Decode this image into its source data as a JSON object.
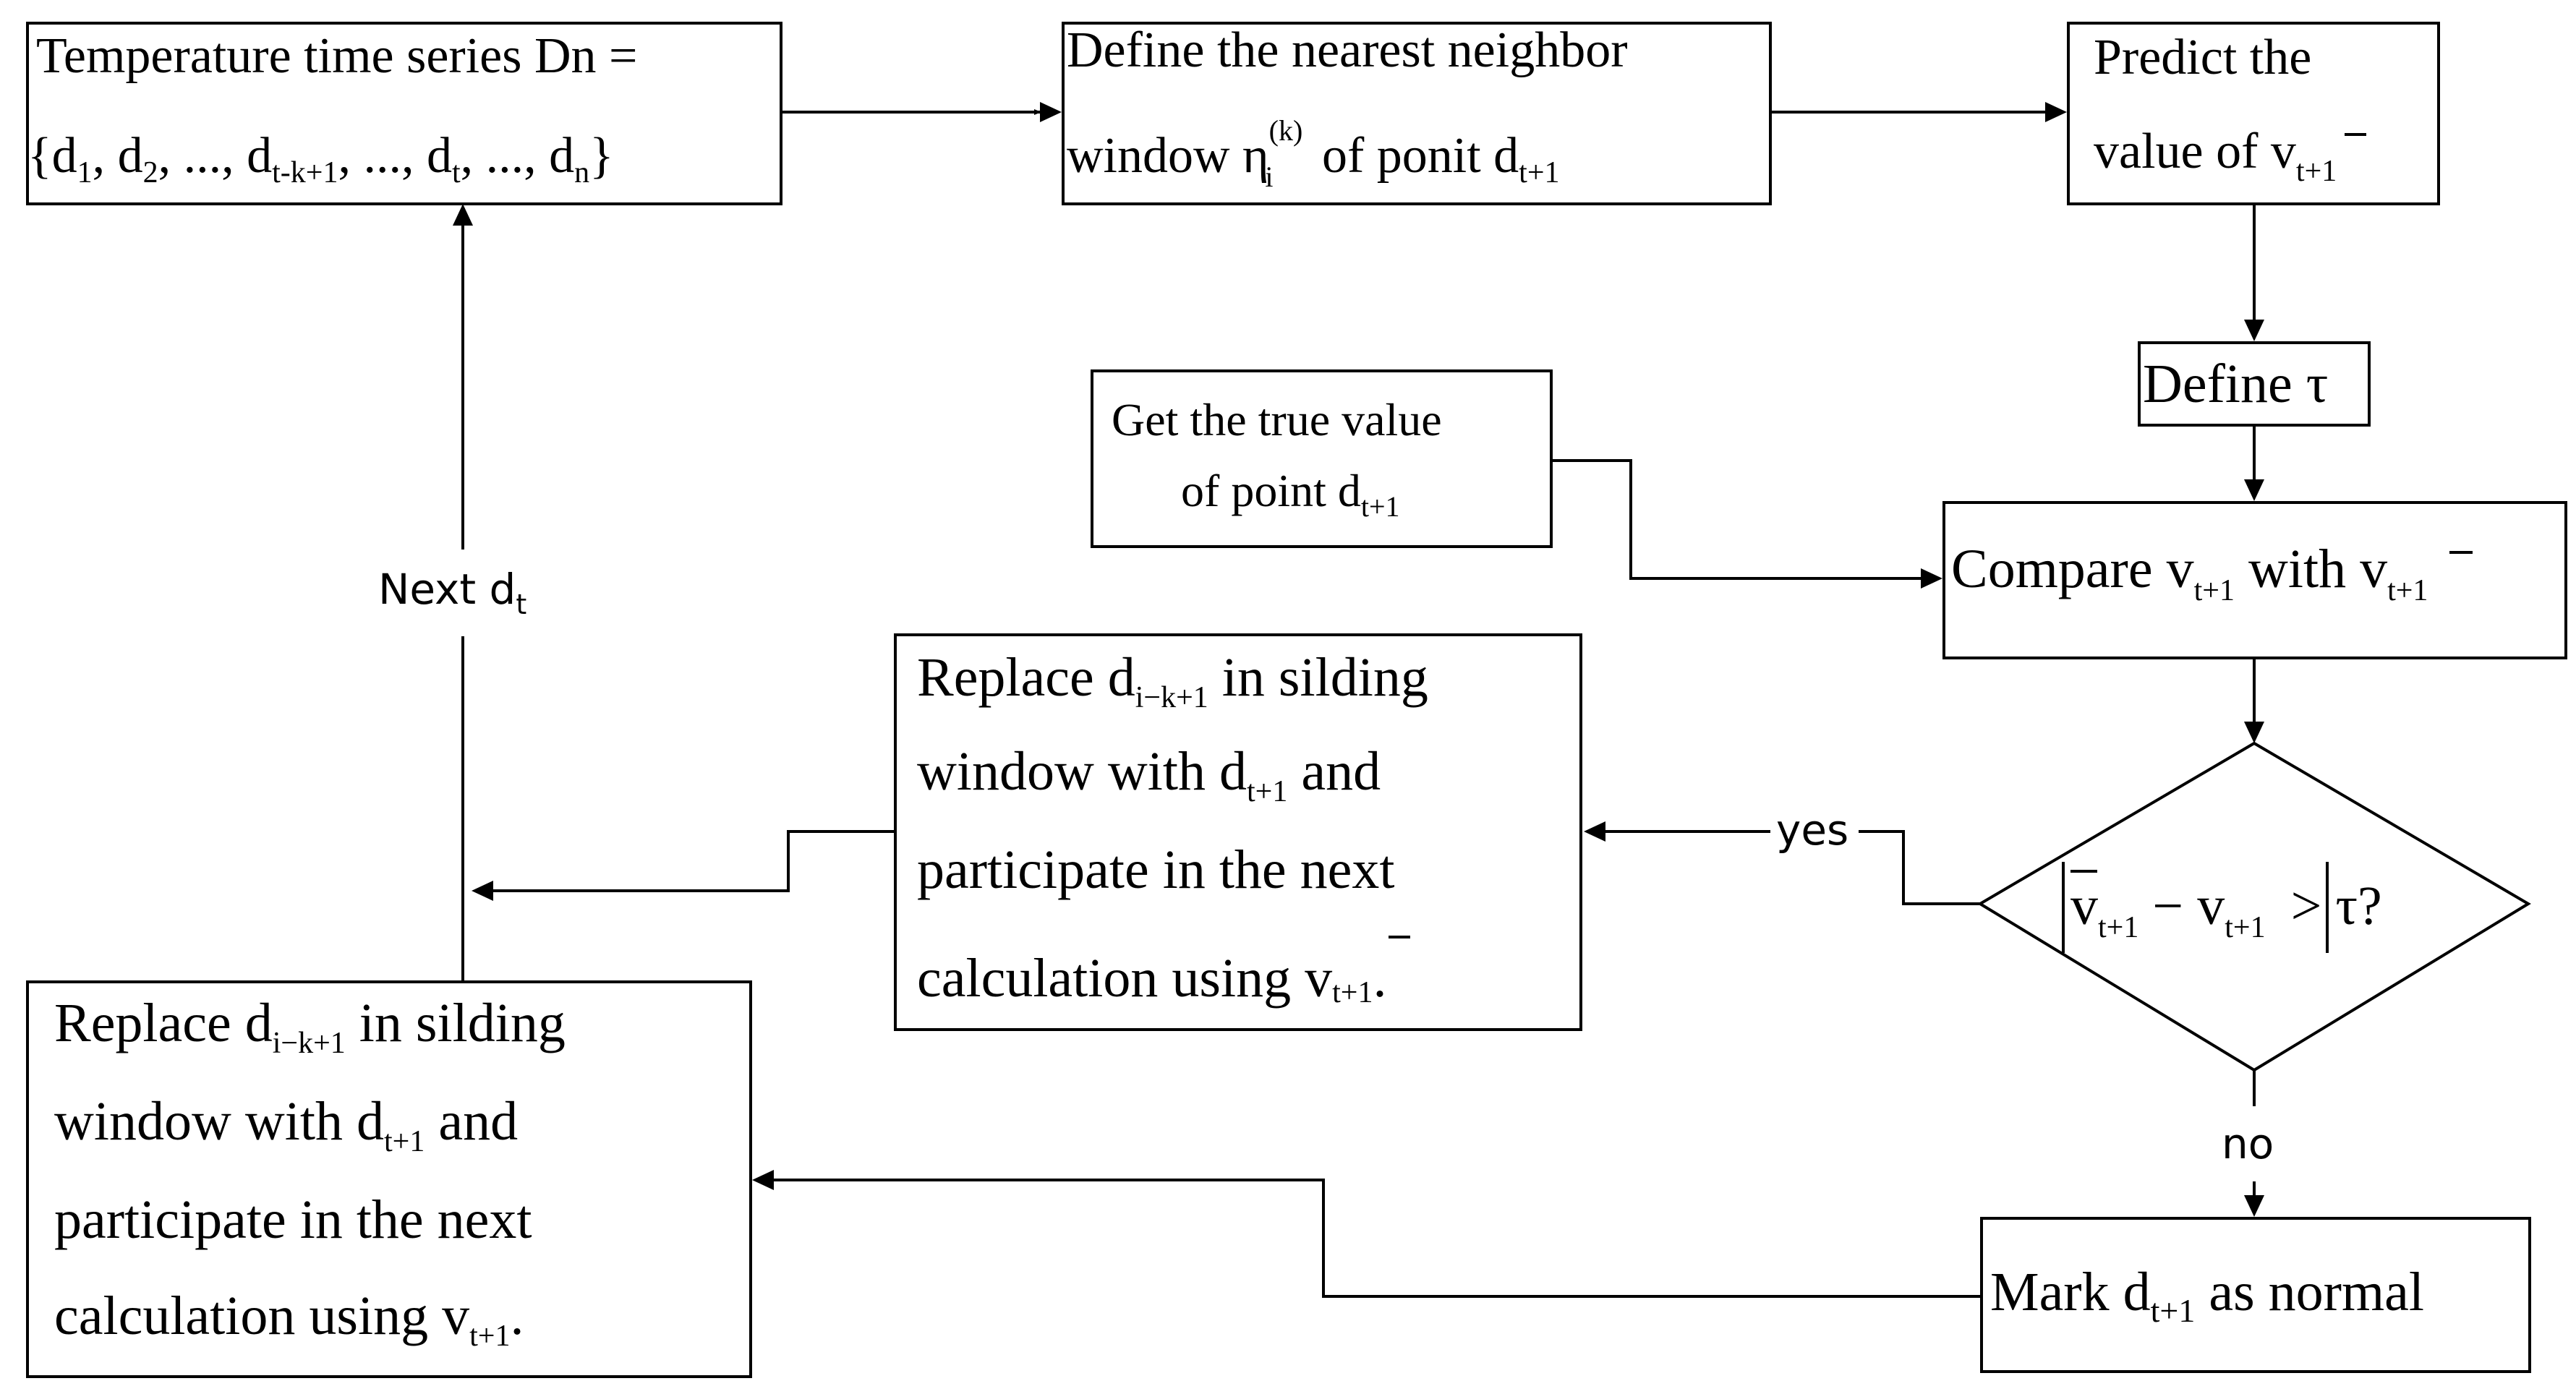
{
  "nodes": {
    "series": {
      "line1": "Temperature time series Dn =",
      "line2_open": "{d",
      "sub_1": "1",
      "sep_a": ", d",
      "sub_2": "2",
      "sep_b": ", ..., d",
      "sub_tk1": "t-k+1",
      "sep_c": ", ..., d",
      "sub_t": "t",
      "sep_d": ", ..., d",
      "sub_n": "n",
      "line2_close": "}"
    },
    "neighbor": {
      "line1": "Define the nearest neighbor",
      "line2_a": "window η",
      "sup_k": "(k)",
      "sub_i": "i",
      "line2_b": " of  ponit d",
      "sub_t1": "t+1"
    },
    "predict": {
      "line1": "Predict the",
      "line2_a": "value of  ",
      "vbar": "v",
      "sub_t1": "t+1"
    },
    "define_tau": {
      "label": "Define τ"
    },
    "true_value": {
      "line1": "Get the true value",
      "line2_a": "of point d",
      "sub_t1": "t+1"
    },
    "compare": {
      "a": "Compare v",
      "sub1": "t+1",
      "b": " with ",
      "vbar": "v",
      "sub2": "t+1"
    },
    "decision": {
      "vbar": "v",
      "sub1": "t+1",
      "minus": " − v",
      "sub2": "t+1",
      "tail": " > τ?"
    },
    "replace_yes": {
      "l1_a": "Replace  d",
      "l1_sub": "i−k+1",
      "l1_b": " in silding",
      "l2_a": "window with d",
      "l2_sub": "t+1",
      "l2_b": " and",
      "l3": "participate in the next",
      "l4_a": "calculation using ",
      "l4_v": "v",
      "l4_sub": "t+1",
      "l4_b": "."
    },
    "replace_no": {
      "l1_a": "Replace  d",
      "l1_sub": "i−k+1",
      "l1_b": " in silding",
      "l2_a": "window with d",
      "l2_sub": "t+1",
      "l2_b": " and",
      "l3": "participate in the next",
      "l4_a": "calculation using v",
      "l4_sub": "t+1",
      "l4_b": "."
    },
    "mark_normal": {
      "a": "Mark d",
      "sub": "t+1",
      "b": " as normal"
    }
  },
  "edge_labels": {
    "next": "Next d",
    "next_sub": "t",
    "yes": "yes",
    "no": "no"
  }
}
